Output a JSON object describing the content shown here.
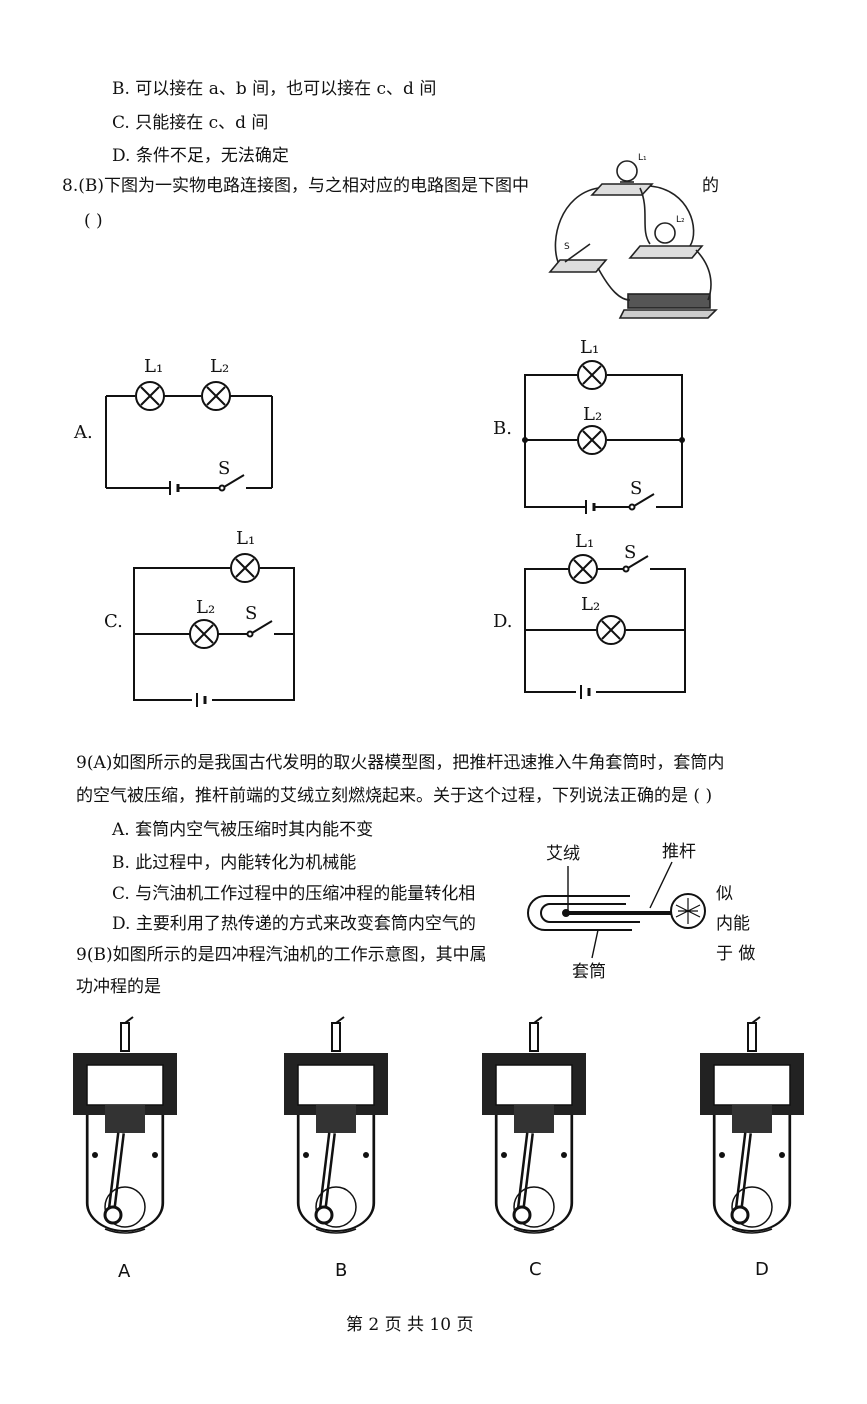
{
  "q7": {
    "optB": "B.  可以接在 a、b 间，也可以接在 c、d 间",
    "optC": "C.   只能接在 c、d 间",
    "optD": "D.  条件不足，无法确定"
  },
  "q8": {
    "stem": "8.(B)下图为一实物电路连接图，与之相对应的电路图是下图中",
    "stem_end": "的",
    "paren": "(      )",
    "photo_labels": {
      "l1": "L₁",
      "l2": "L₂",
      "s": "S"
    },
    "options": [
      {
        "letter": "A.",
        "l1": "L₁",
        "l2": "L₂",
        "s": "S"
      },
      {
        "letter": "B.",
        "l1": "L₁",
        "l2": "L₂",
        "s": "S"
      },
      {
        "letter": "C.",
        "l1": "L₁",
        "l2": "L₂",
        "s": "S"
      },
      {
        "letter": "D.",
        "l1": "L₁",
        "l2": "L₂",
        "s": "S"
      }
    ]
  },
  "q9a": {
    "line1": "9(A)如图所示的是我国古代发明的取火器模型图，把推杆迅速推入牛角套筒时，套筒内",
    "line2": "的空气被压缩，推杆前端的艾绒立刻燃烧起来。关于这个过程，下列说法正确的是 (       )",
    "optA": "A.  套筒内空气被压缩时其内能不变",
    "optB": "B.  此过程中，内能转化为机械能",
    "optC": "C. 与汽油机工作过程中的压缩冲程的能量转化相",
    "optC_end": "似",
    "optD": "D. 主要利用了热传递的方式来改变套筒内空气的",
    "optD_end": "内能",
    "fig_labels": {
      "airong": "艾绒",
      "tuigan": "推杆",
      "taotong": "套筒"
    }
  },
  "q9b": {
    "line1": "9(B)如图所示的是四冲程汽油机的工作示意图，其中属",
    "line1_end": "于 做",
    "line2": "功冲程的是",
    "engine_labels": [
      "A",
      "B",
      "C",
      "D"
    ]
  },
  "footer": {
    "page": "第 2 页 共 10 页"
  }
}
